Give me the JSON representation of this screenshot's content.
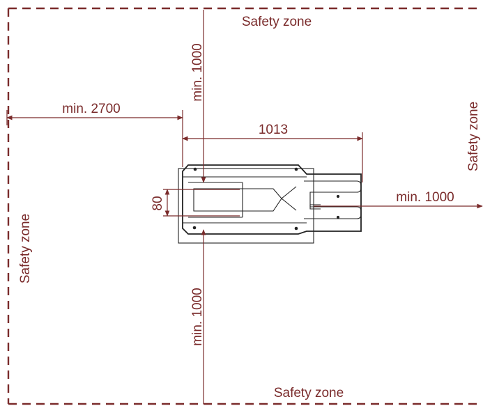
{
  "colors": {
    "accent": "#7a2b2b",
    "machine": "#222222",
    "background": "#ffffff"
  },
  "labels": {
    "safety_zone_top": "Safety zone",
    "safety_zone_bottom": "Safety zone",
    "safety_zone_left": "Safety zone",
    "safety_zone_right": "Safety zone",
    "dim_left": "min. 2700",
    "dim_top": "min. 1000",
    "dim_bottom": "min. 1000",
    "dim_right": "min. 1000",
    "dim_length": "1013",
    "dim_width": "80"
  }
}
